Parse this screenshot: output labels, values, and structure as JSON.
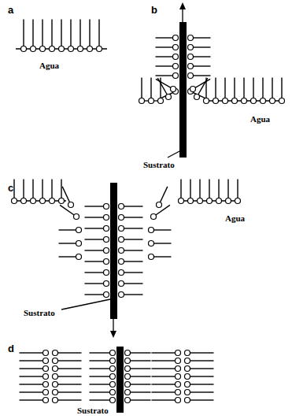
{
  "diagram": {
    "labels": [
      "a",
      "Agua",
      "b",
      "Sustrato",
      "Agua",
      "c",
      "Sustrato",
      "Agua",
      "d",
      "Sustrato"
    ]
  }
}
